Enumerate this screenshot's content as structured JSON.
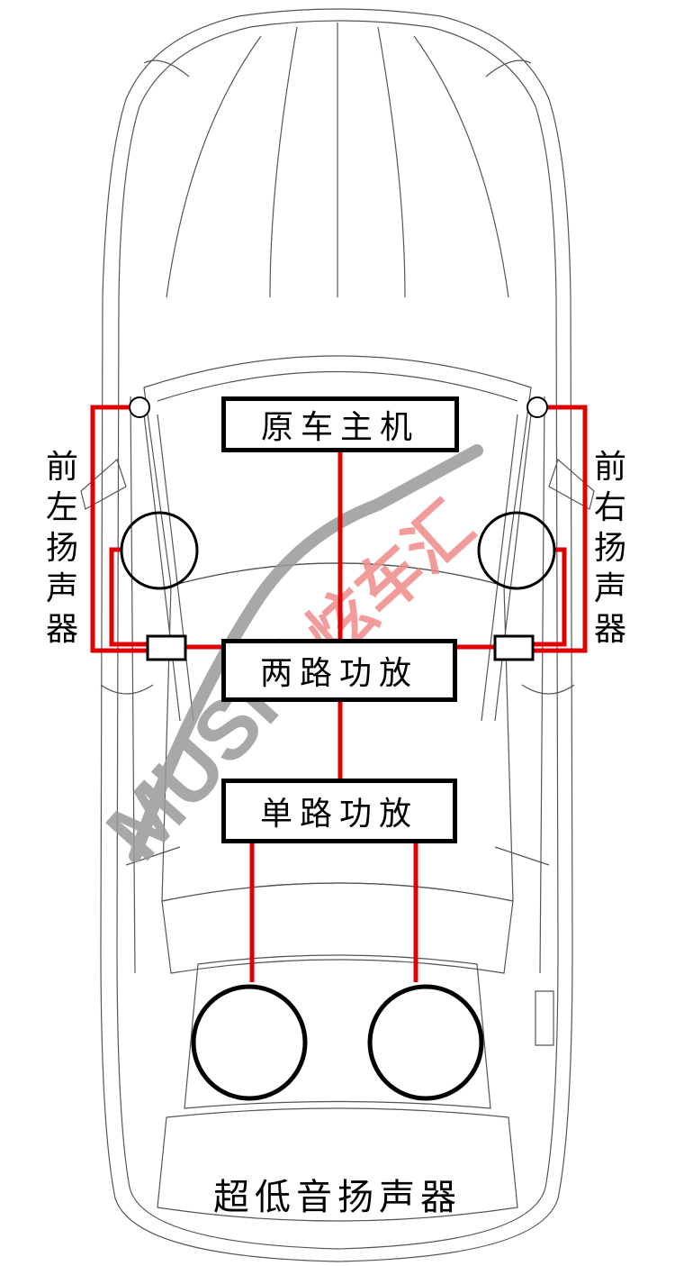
{
  "boxes": {
    "head_unit": "原车主机",
    "two_channel_amp": "两路功放",
    "mono_amp": "单路功放"
  },
  "labels": {
    "front_left_speaker": [
      "前",
      "左",
      "扬",
      "声",
      "器"
    ],
    "front_right_speaker": [
      "前",
      "右",
      "扬",
      "声",
      "器"
    ],
    "subwoofer": "超低音扬声器"
  },
  "watermark": {
    "latin": "MUSIC",
    "cjk": "炫车汇"
  },
  "colors": {
    "wire": "#e00000",
    "outline": "#000000",
    "car_line": "#555555",
    "watermark_gray": "#9a9a9a",
    "watermark_red": "#f08a8a"
  }
}
